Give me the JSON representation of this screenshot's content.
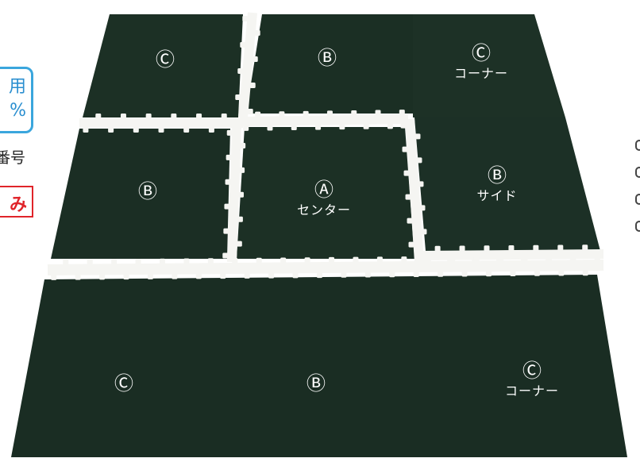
{
  "left_panel": {
    "badge_line1": "用",
    "badge_line2": "%",
    "caption": "番号",
    "red_badge": "み",
    "colors": {
      "badge_border": "#3aa6dd",
      "badge_text": "#2b8fd0",
      "red": "#e0242a"
    }
  },
  "tiles": {
    "top_left": {
      "letter": "Ⓒ",
      "sub": ""
    },
    "top_middle": {
      "letter": "Ⓑ",
      "sub": ""
    },
    "top_right": {
      "letter": "Ⓒ",
      "sub": "コーナー"
    },
    "mid_left": {
      "letter": "Ⓑ",
      "sub": ""
    },
    "center": {
      "letter": "Ⓐ",
      "sub": "センター"
    },
    "mid_right": {
      "letter": "Ⓑ",
      "sub": "サイド"
    },
    "bottom_left": {
      "letter": "Ⓒ",
      "sub": ""
    },
    "bottom_mid": {
      "letter": "Ⓑ",
      "sub": ""
    },
    "bottom_right": {
      "letter": "Ⓒ",
      "sub": "コーナー"
    }
  },
  "colors": {
    "mat": "#1c3025",
    "mat_dark": "#17281f",
    "gap": "#f5f5f2"
  }
}
